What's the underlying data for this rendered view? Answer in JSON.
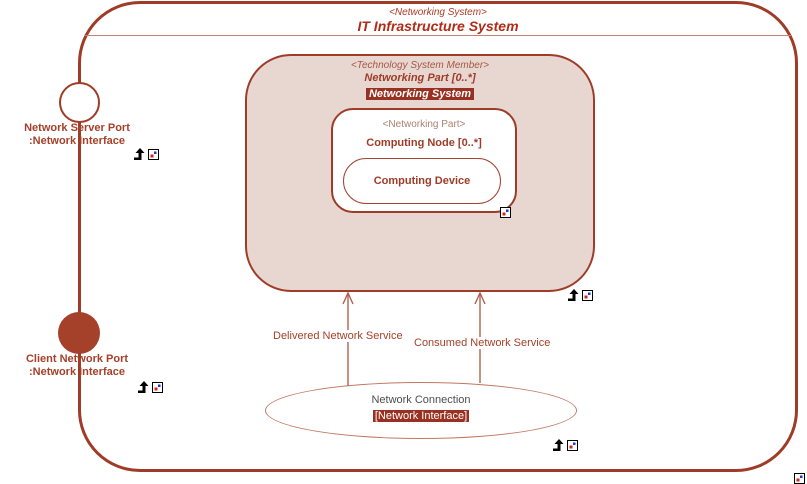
{
  "system": {
    "stereotype": "<Networking System>",
    "title": "IT Infrastructure System"
  },
  "member": {
    "stereotype": "<Technology System Member>",
    "name": "Networking Part [0..*]",
    "type_badge": "Networking System"
  },
  "node": {
    "stereotype": "<Networking Part>",
    "name": "Computing Node [0..*]",
    "device": "Computing Device"
  },
  "ports": {
    "server": {
      "line1": "Network Server Port",
      "line2": ":Network Interface"
    },
    "client": {
      "line1": "Client Network Port",
      "line2": ":Network Interface"
    }
  },
  "connection": {
    "name": "Network Connection",
    "type_badge": "[Network Interface]"
  },
  "flows": {
    "delivered": "Delivered Network Service",
    "consumed": "Consumed Network Service"
  },
  "icons": {
    "navigate": "navigate-up-arrow-icon",
    "element": "model-element-marker-icon"
  },
  "colors": {
    "border_dark": "#9e3c28",
    "member_fill": "#e8d7d1",
    "highlight_bg": "#983122",
    "title_text": "#b02c18",
    "flow_stroke": "#b2614f",
    "port_fill": "#a5402a",
    "ellipse_stroke": "#c27763",
    "marker_red": "#d02418",
    "marker_blue": "#2234cc"
  }
}
